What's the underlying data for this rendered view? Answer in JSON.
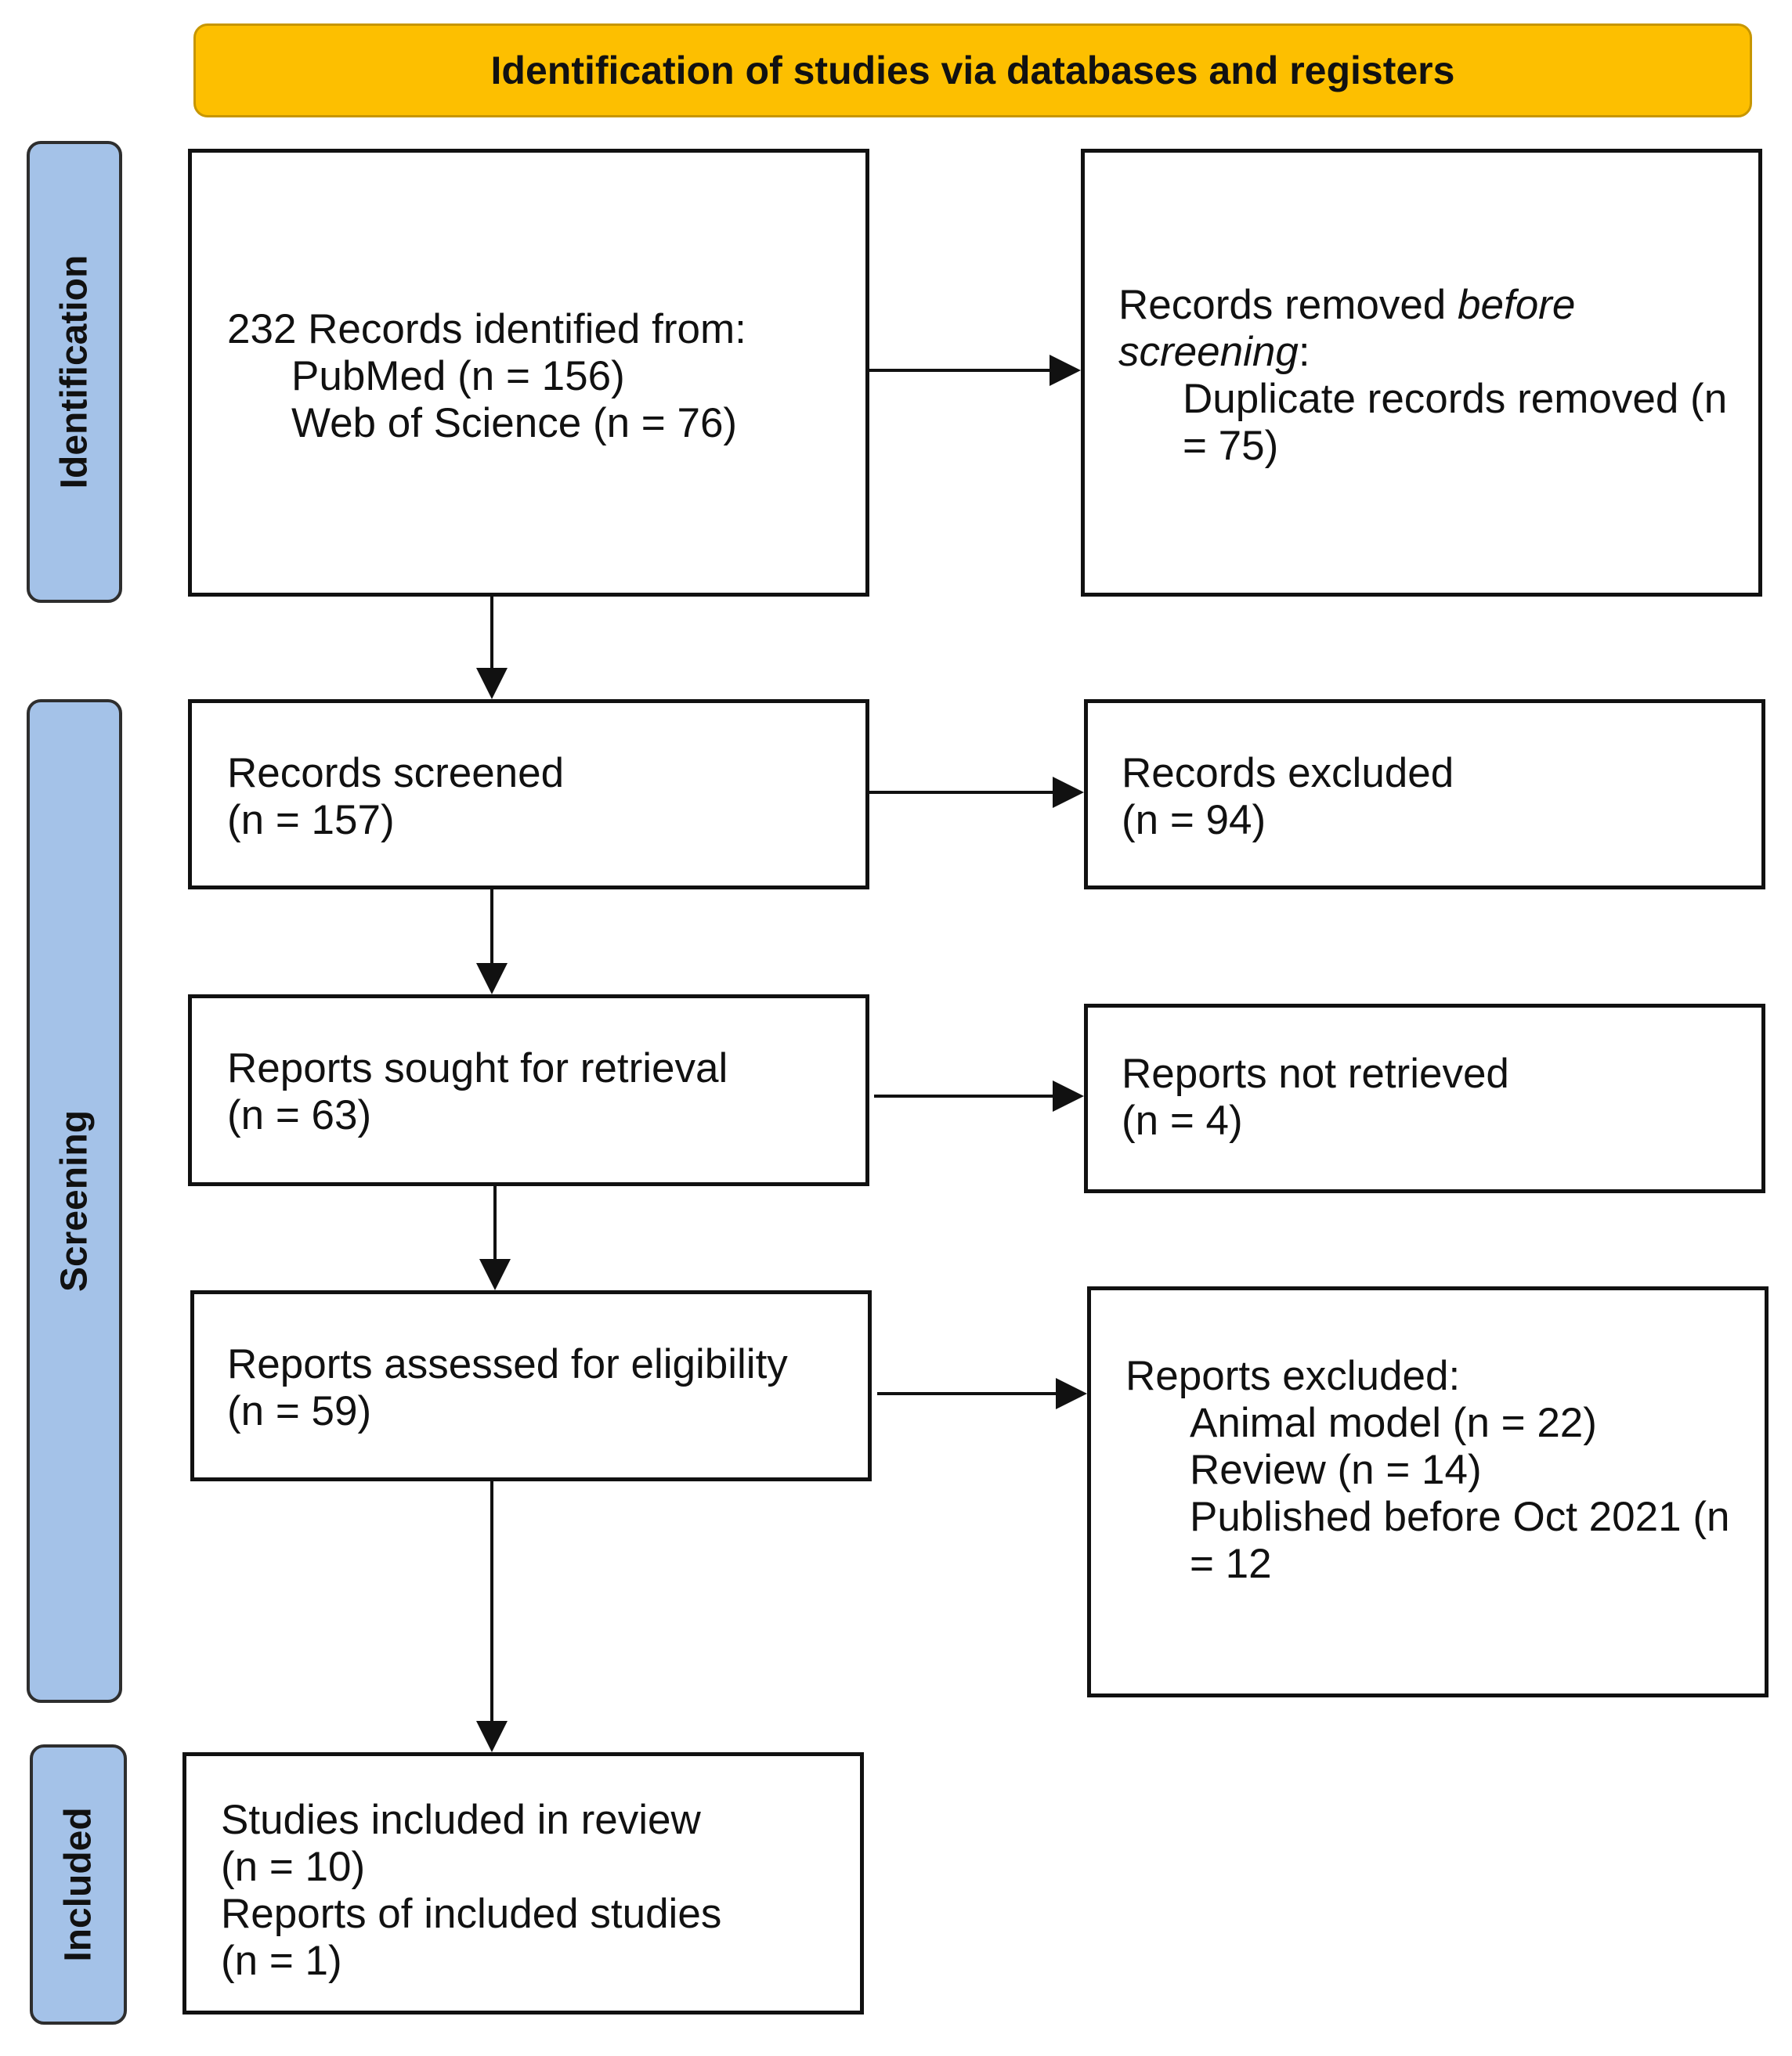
{
  "header": {
    "title": "Identification of studies via databases and registers"
  },
  "stages": {
    "identification": "Identification",
    "screening": "Screening",
    "included": "Included"
  },
  "records_identified": {
    "line1": "232 Records identified from:",
    "line2": "PubMed (n = 156)",
    "line3": "Web of Science (n = 76)"
  },
  "records_removed": {
    "line1_start": "Records removed ",
    "line1_italic": "before",
    "line2_italic": "screening",
    "line2_end": ":",
    "line3": "Duplicate records removed (n",
    "line4": "= 75)"
  },
  "records_screened": {
    "label": "Records screened",
    "count": "(n = 157)"
  },
  "records_excluded": {
    "label": "Records excluded",
    "count": "(n = 94)"
  },
  "reports_sought": {
    "label": "Reports sought for retrieval",
    "count": "(n = 63)"
  },
  "reports_not_retrieved": {
    "label": "Reports not retrieved",
    "count": "(n = 4)"
  },
  "reports_assessed": {
    "label": "Reports assessed for eligibility",
    "count": "(n = 59)"
  },
  "reports_excluded": {
    "line1": "Reports excluded:",
    "line2": "Animal model (n = 22)",
    "line3": "Review (n = 14)",
    "line4": "Published before Oct 2021 (n",
    "line5": "= 12"
  },
  "studies_included": {
    "line1": "Studies included in review",
    "line2": "(n = 10)",
    "line3": "Reports of included studies",
    "line4": "(n = 1)"
  },
  "colors": {
    "header_fill": "#FDBF00",
    "stage_fill": "#A4C2E8"
  }
}
